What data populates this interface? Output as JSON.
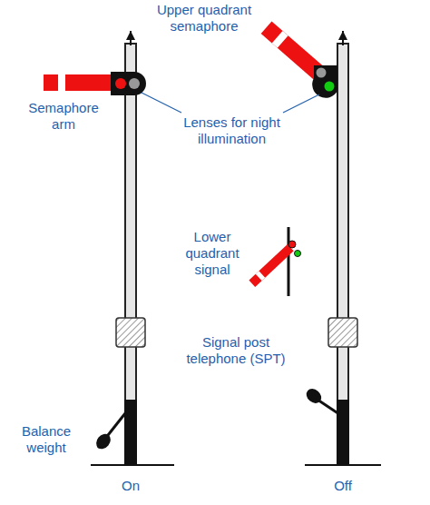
{
  "diagram": {
    "labels": [
      "Upper quadrant semaphore",
      "Semaphore arm",
      "Lenses for night illumination",
      "Lower quadrant signal",
      "Signal post telephone (SPT)",
      "Balance weight",
      "On",
      "Off"
    ]
  }
}
